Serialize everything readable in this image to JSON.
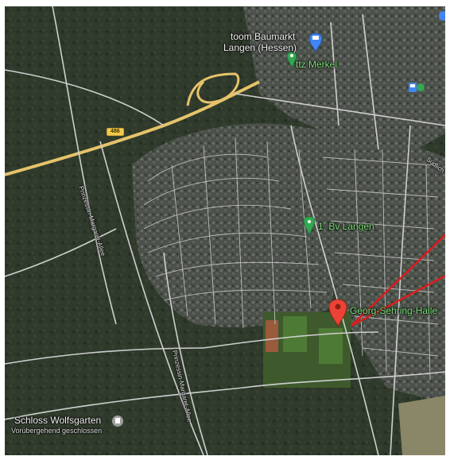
{
  "map": {
    "places": {
      "toom": {
        "line1": "toom Baumarkt",
        "line2": "Langen (Hessen)"
      },
      "merkel": {
        "label": "ttz Merkel"
      },
      "bv_langen": {
        "label": "1. Bv Langen"
      },
      "halle": {
        "label": "Georg-Sehring-Halle"
      },
      "schloss": {
        "line1": "Schloss Wolfsgarten",
        "line2": "Vorübergehend geschlossen"
      }
    },
    "streets": {
      "s1": "Prinzessin-Margaret-Allee",
      "s2": "Prinzessin-Margaret-Allee",
      "s3": "Südlich"
    },
    "road_shield": "486",
    "colors": {
      "forest": "#2f3a2c",
      "urban": "#4a4f4a",
      "road": "#d9d9d9",
      "highway": "#e6c36a",
      "green_pin": "#34a853",
      "red_pin": "#ea4335",
      "blue_pin": "#4285f4",
      "annotation": "#e31b1b"
    }
  }
}
